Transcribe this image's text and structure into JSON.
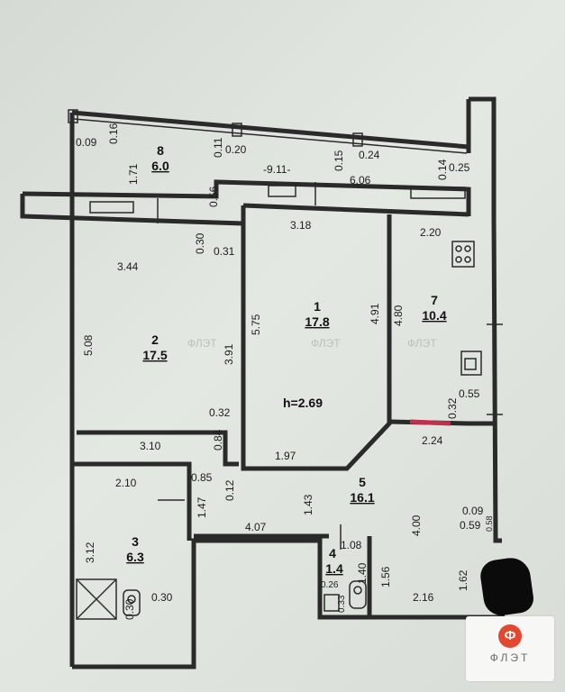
{
  "plan": {
    "rooms": [
      {
        "id": "room-1",
        "number": "1",
        "area": "17.8"
      },
      {
        "id": "room-2",
        "number": "2",
        "area": "17.5"
      },
      {
        "id": "room-3",
        "number": "3",
        "area": "6.3"
      },
      {
        "id": "room-4",
        "number": "4",
        "area": "1.4"
      },
      {
        "id": "room-5",
        "number": "5",
        "area": "16.1"
      },
      {
        "id": "room-7",
        "number": "7",
        "area": "10.4"
      },
      {
        "id": "room-8",
        "number": "8",
        "area": "6.0"
      }
    ],
    "ceiling_height": "h=2.69",
    "dimensions": {
      "d_0_09_top": "0.09",
      "d_0_16": "0.16",
      "d_1_71": "1.71",
      "d_0_11": "0.11",
      "d_0_20": "0.20",
      "d_9_11": "-9.11-",
      "d_0_15": "0.15",
      "d_0_24": "0.24",
      "d_0_14": "0.14",
      "d_0_25": "0.25",
      "d_0_56": "0.56",
      "d_6_06": "6.06",
      "d_3_18": "3.18",
      "d_2_20": "2.20",
      "d_0_30_a": "0.30",
      "d_0_31": "0.31",
      "d_3_44": "3.44",
      "d_4_91": "4.91",
      "d_4_80": "4.80",
      "d_5_08": "5.08",
      "d_3_91": "3.91",
      "d_5_75": "5.75",
      "d_0_32_a": "0.32",
      "d_0_55": "0.55",
      "d_0_32_b": "0.32",
      "d_2_24": "2.24",
      "d_3_10": "3.10",
      "d_0_84": "0.84",
      "d_1_97": "1.97",
      "d_2_10": "2.10",
      "d_0_85": "0.85",
      "d_0_12": "0.12",
      "d_1_47": "1.47",
      "d_1_43": "1.43",
      "d_0_09_b": "0.09",
      "d_0_59": "0.59",
      "d_4_07": "4.07",
      "d_4_00": "4.00",
      "d_3_12": "3.12",
      "d_1_08": "1.08",
      "d_1_40": "1.40",
      "d_1_56": "1.56",
      "d_1_62": "1.62",
      "d_0_26": "0.26",
      "d_0_30_b": "0.30",
      "d_0_30_c": "0.30",
      "d_0_33": "0.33",
      "d_2_16": "2.16",
      "d_0_58": "0.58"
    },
    "watermark": "ФЛЭТ"
  },
  "logo": {
    "mark": "Ф",
    "text": "ФЛЭТ",
    "accent": "#e2482f"
  }
}
